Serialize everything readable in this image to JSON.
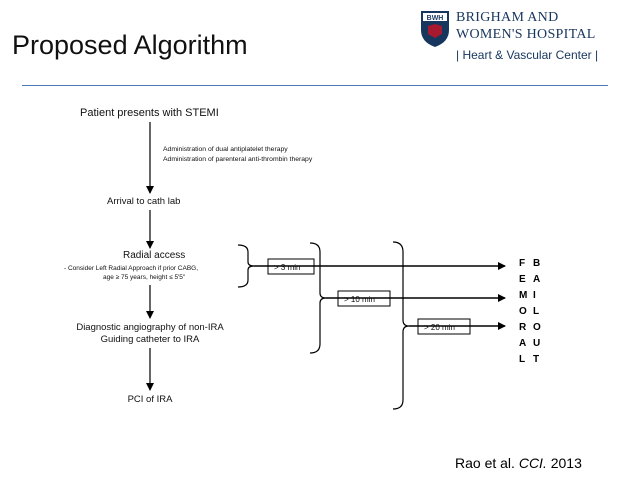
{
  "title": "Proposed Algorithm",
  "logo": {
    "shield_text": "BWH",
    "line1": "BRIGHAM AND",
    "line2": "WOMEN'S HOSPITAL",
    "line3": "| Heart & Vascular Center |",
    "colors": {
      "navy": "#17365d",
      "red": "#a6192e"
    }
  },
  "flowchart": {
    "step1": "Patient presents with STEMI",
    "note1": "Administration of dual antiplatelet therapy",
    "note2": "Administration of parenteral anti-thrombin therapy",
    "step2": "Arrival to cath lab",
    "step3": "Radial access",
    "sub1": "-   Consider Left Radial Approach if prior CABG,",
    "sub2": "age ≥ 75 years, height ≤ 5'5\"",
    "step4a": "Diagnostic angiography of non-IRA",
    "step4b": "Guiding catheter to IRA",
    "step5": "PCI of IRA",
    "time1": "> 3 min",
    "time2": "> 10 min",
    "time3": "> 20 min",
    "femoral": [
      "F",
      "E",
      "M",
      "O",
      "R",
      "A",
      "L"
    ],
    "bailout": [
      "B",
      "A",
      "I",
      "L",
      "O",
      "U",
      "T"
    ]
  },
  "citation": {
    "authors": "Rao et al.",
    "journal": "CCI.",
    "year": "2013"
  }
}
